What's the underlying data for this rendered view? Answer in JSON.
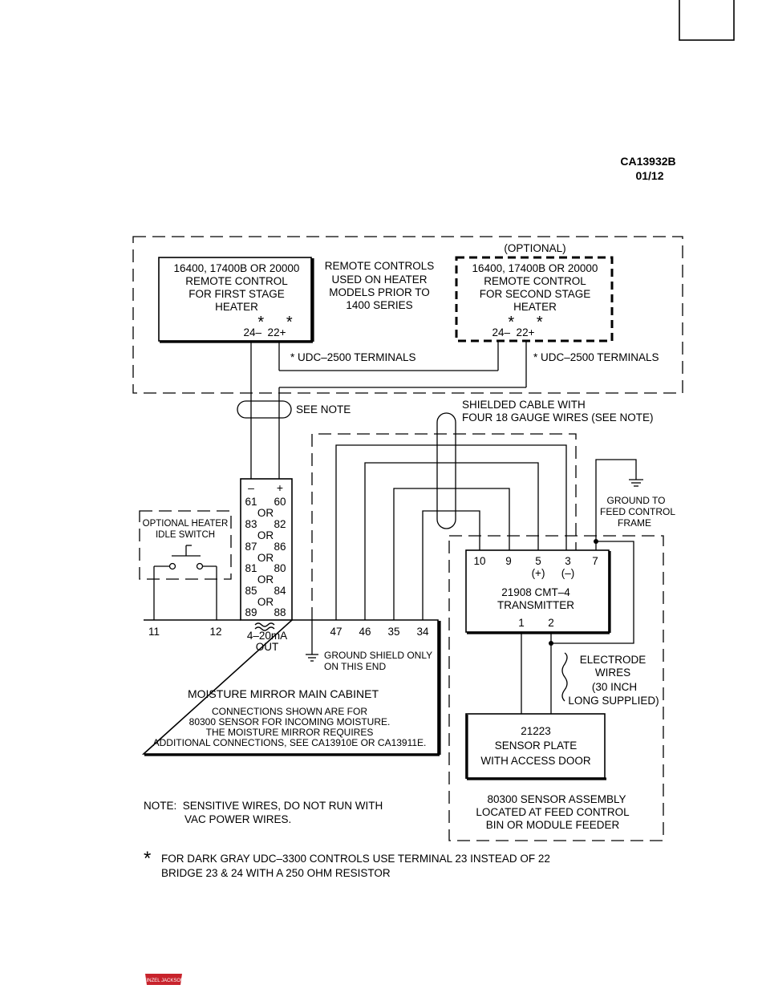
{
  "page": {
    "drawing_number": "CA13932B",
    "date": "01/12"
  },
  "optional_label": "(OPTIONAL)",
  "remote_first": {
    "lines": [
      "16400, 17400B OR 20000",
      "REMOTE CONTROL",
      "FOR FIRST STAGE",
      "HEATER"
    ],
    "stars": "*     *",
    "terminals": "24–  22+"
  },
  "remote_second": {
    "lines": [
      "16400, 17400B OR 20000",
      "REMOTE CONTROL",
      "FOR SECOND STAGE",
      "HEATER"
    ],
    "stars": "*     *",
    "terminals": "24–  22+"
  },
  "remote_note": [
    "REMOTE CONTROLS",
    "USED ON HEATER",
    "MODELS PRIOR TO",
    "1400 SERIES"
  ],
  "udc_label": "* UDC–2500 TERMINALS",
  "see_note": "SEE NOTE",
  "shielded_cable": [
    "SHIELDED CABLE WITH",
    "FOUR 18 GAUGE WIRES (SEE NOTE)"
  ],
  "terminal_strip": {
    "polarity": [
      "–",
      "+"
    ],
    "pairs": [
      [
        "61",
        "60"
      ],
      [
        "83",
        "82"
      ],
      [
        "87",
        "86"
      ],
      [
        "81",
        "80"
      ],
      [
        "85",
        "84"
      ],
      [
        "89",
        "88"
      ]
    ],
    "or": "OR"
  },
  "idle_switch": [
    "OPTIONAL HEATER",
    "IDLE SWITCH"
  ],
  "output_label": [
    "4–20mA",
    "OUT"
  ],
  "cabinet": {
    "terminals": [
      "11",
      "12",
      "47",
      "46",
      "35",
      "34"
    ],
    "ground_note": [
      "GROUND SHIELD ONLY",
      "ON THIS END"
    ],
    "title": "MOISTURE MIRROR MAIN CABINET",
    "notes": [
      "CONNECTIONS SHOWN ARE FOR",
      "80300 SENSOR FOR INCOMING MOISTURE.",
      "THE MOISTURE MIRROR REQUIRES",
      "ADDITIONAL CONNECTIONS, SEE CA13910E OR CA13911E."
    ]
  },
  "ground_frame": [
    "GROUND TO",
    "FEED CONTROL",
    "FRAME"
  ],
  "transmitter": {
    "terminals": [
      "10",
      "9",
      "5",
      "3",
      "7"
    ],
    "polarity": [
      "(+)",
      "(–)"
    ],
    "lines": [
      "21908 CMT–4",
      "TRANSMITTER"
    ],
    "bottom_terminals": [
      "1",
      "2"
    ]
  },
  "electrode": [
    "ELECTRODE",
    "WIRES",
    "(30 INCH",
    "LONG SUPPLIED)"
  ],
  "sensor_plate": [
    "21223",
    "SENSOR PLATE",
    "WITH ACCESS DOOR"
  ],
  "sensor_assembly": [
    "80300 SENSOR ASSEMBLY",
    "LOCATED AT FEED CONTROL",
    "BIN OR MODULE FEEDER"
  ],
  "note": [
    "NOTE:  SENSITIVE WIRES, DO NOT RUN WITH",
    "VAC POWER WIRES."
  ],
  "footnote": {
    "star": "*",
    "lines": [
      "FOR DARK GRAY UDC–3300 CONTROLS USE TERMINAL 23 INSTEAD OF 22",
      "BRIDGE 23 & 24 WITH A 250 OHM RESISTOR"
    ]
  },
  "logo_text": "KINZEL JACKSON",
  "colors": {
    "logo": "#c8232c",
    "ink": "#000000"
  }
}
